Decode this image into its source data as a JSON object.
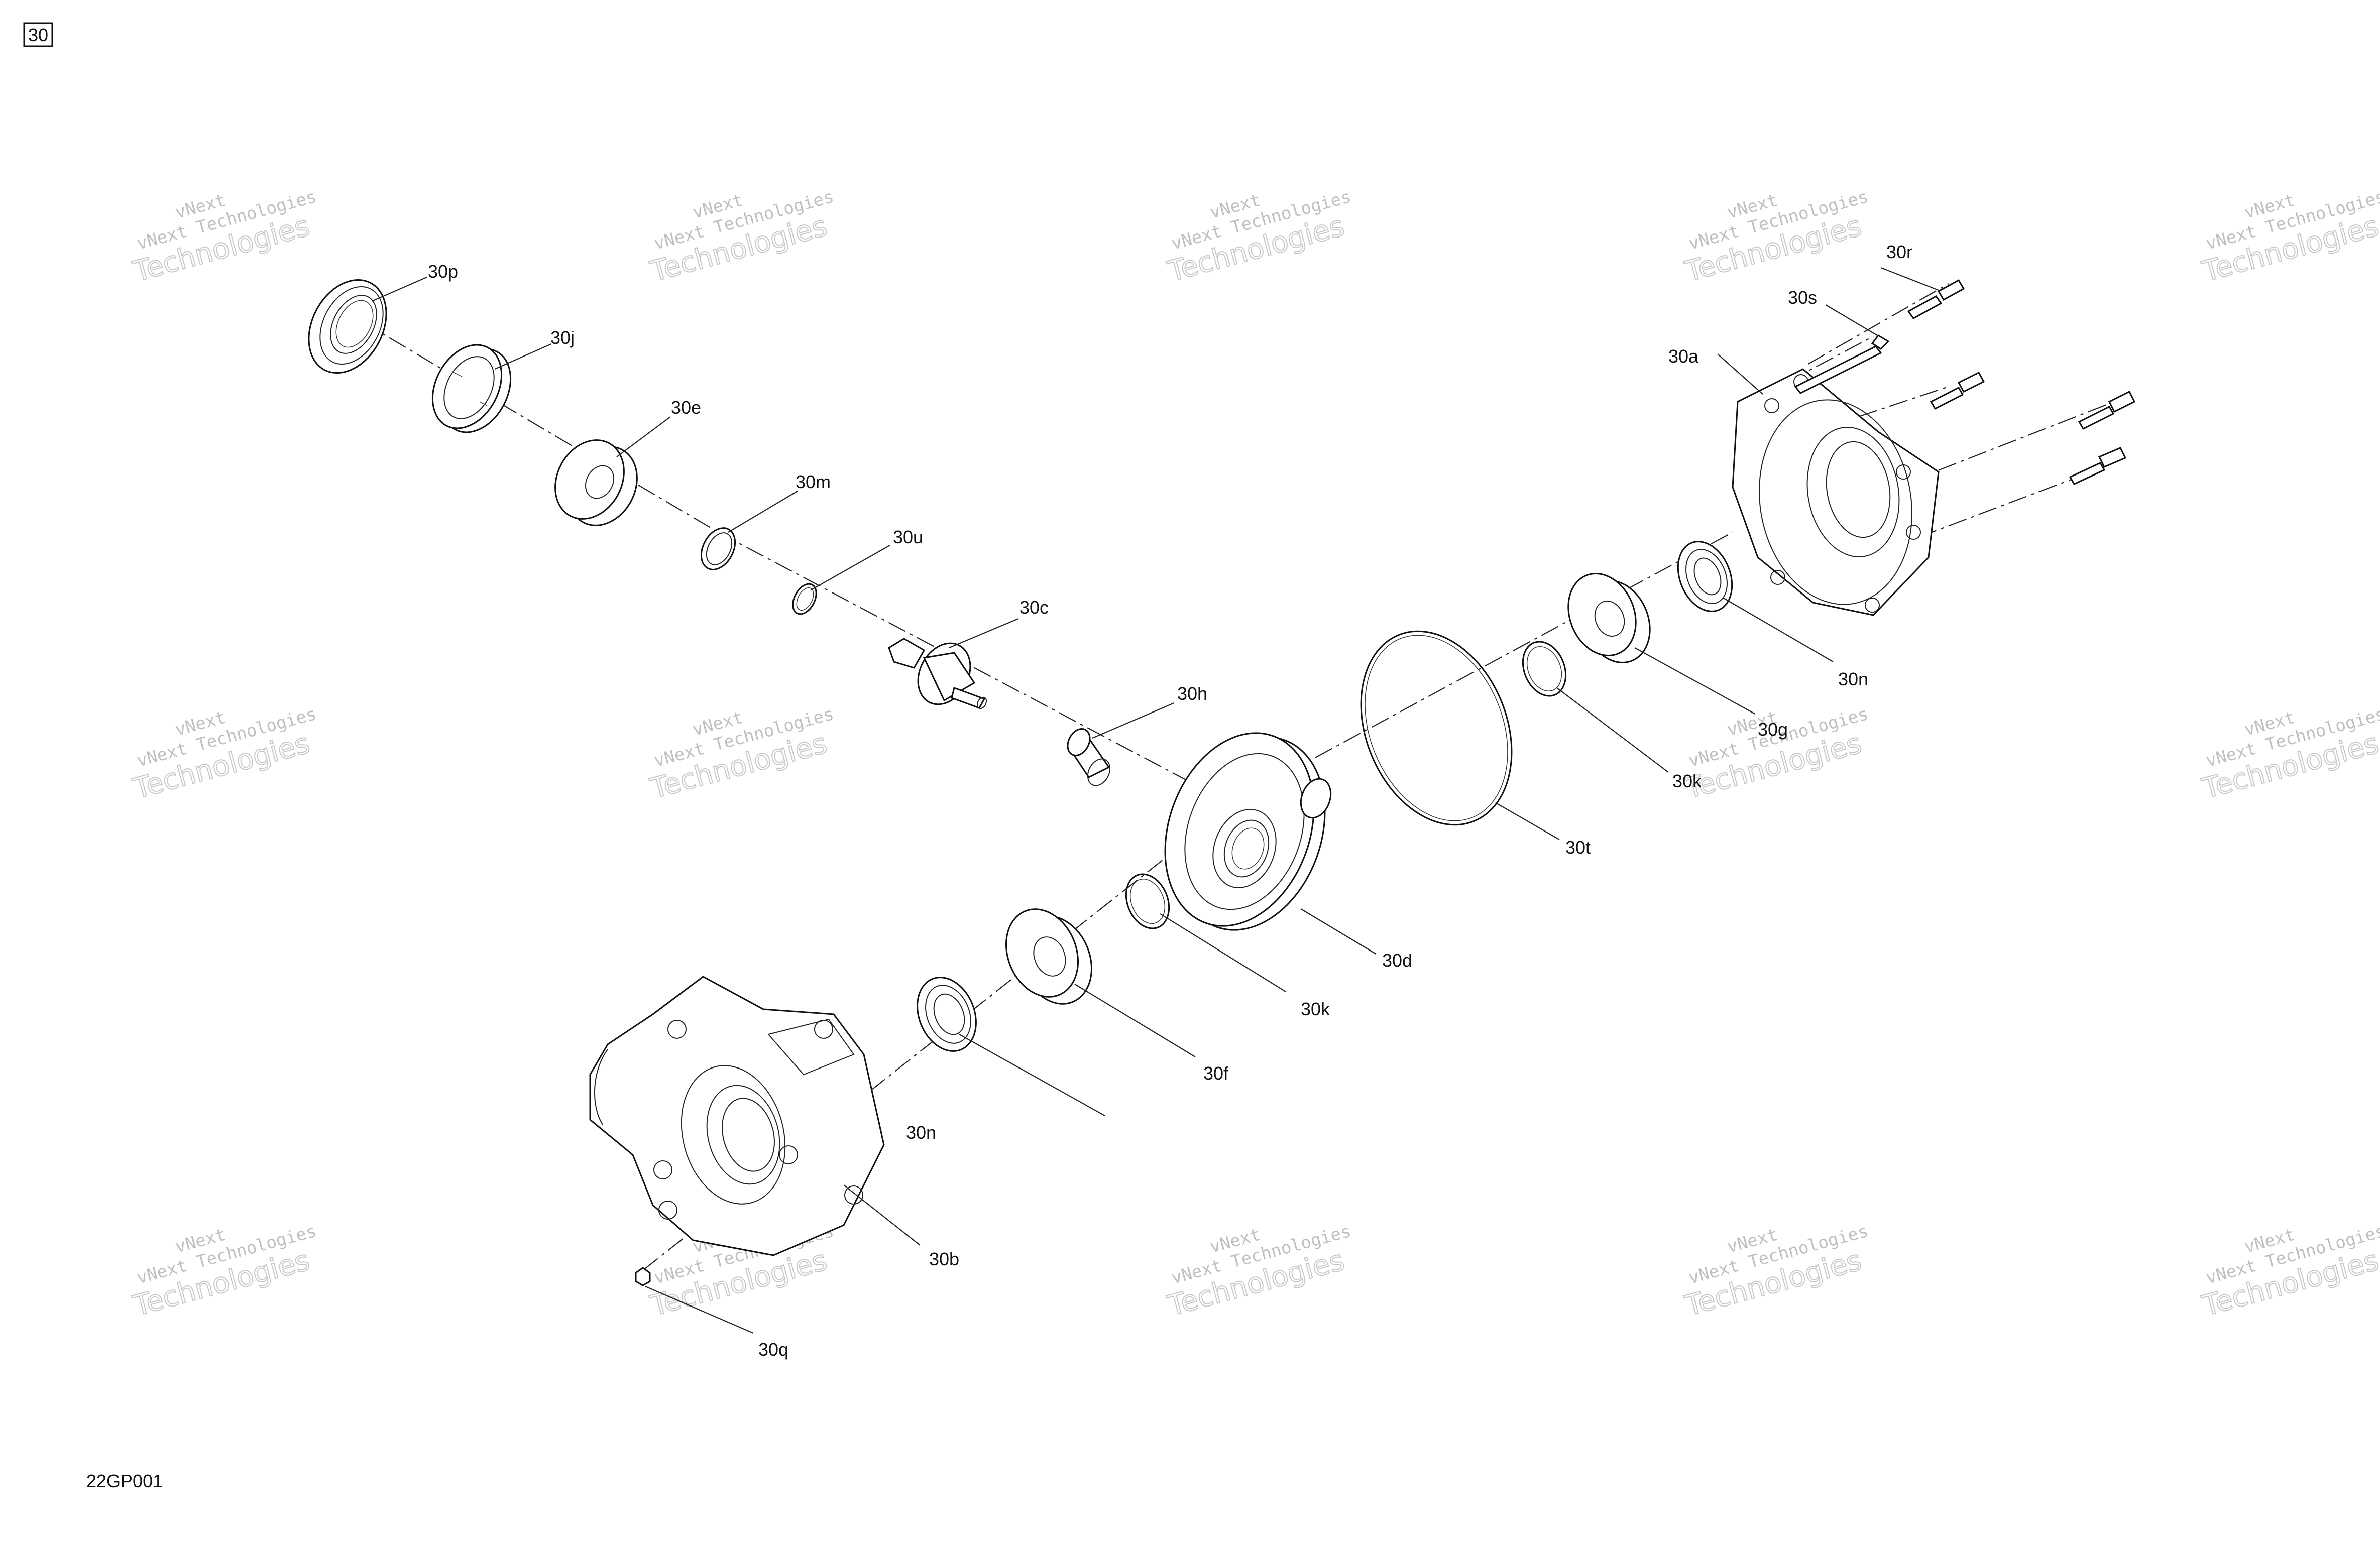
{
  "diagram": {
    "group_number": "30",
    "drawing_code": "22GP001",
    "watermark": {
      "line1": "vNext Technologies",
      "line2": "Technologies",
      "line3": "vNext"
    },
    "parts": [
      {
        "id": "30a"
      },
      {
        "id": "30b"
      },
      {
        "id": "30c"
      },
      {
        "id": "30d"
      },
      {
        "id": "30e"
      },
      {
        "id": "30f"
      },
      {
        "id": "30g"
      },
      {
        "id": "30h"
      },
      {
        "id": "30j"
      },
      {
        "id": "30k"
      },
      {
        "id": "30k"
      },
      {
        "id": "30m"
      },
      {
        "id": "30n"
      },
      {
        "id": "30n"
      },
      {
        "id": "30p"
      },
      {
        "id": "30q"
      },
      {
        "id": "30r"
      },
      {
        "id": "30s"
      },
      {
        "id": "30t"
      },
      {
        "id": "30u"
      }
    ]
  }
}
